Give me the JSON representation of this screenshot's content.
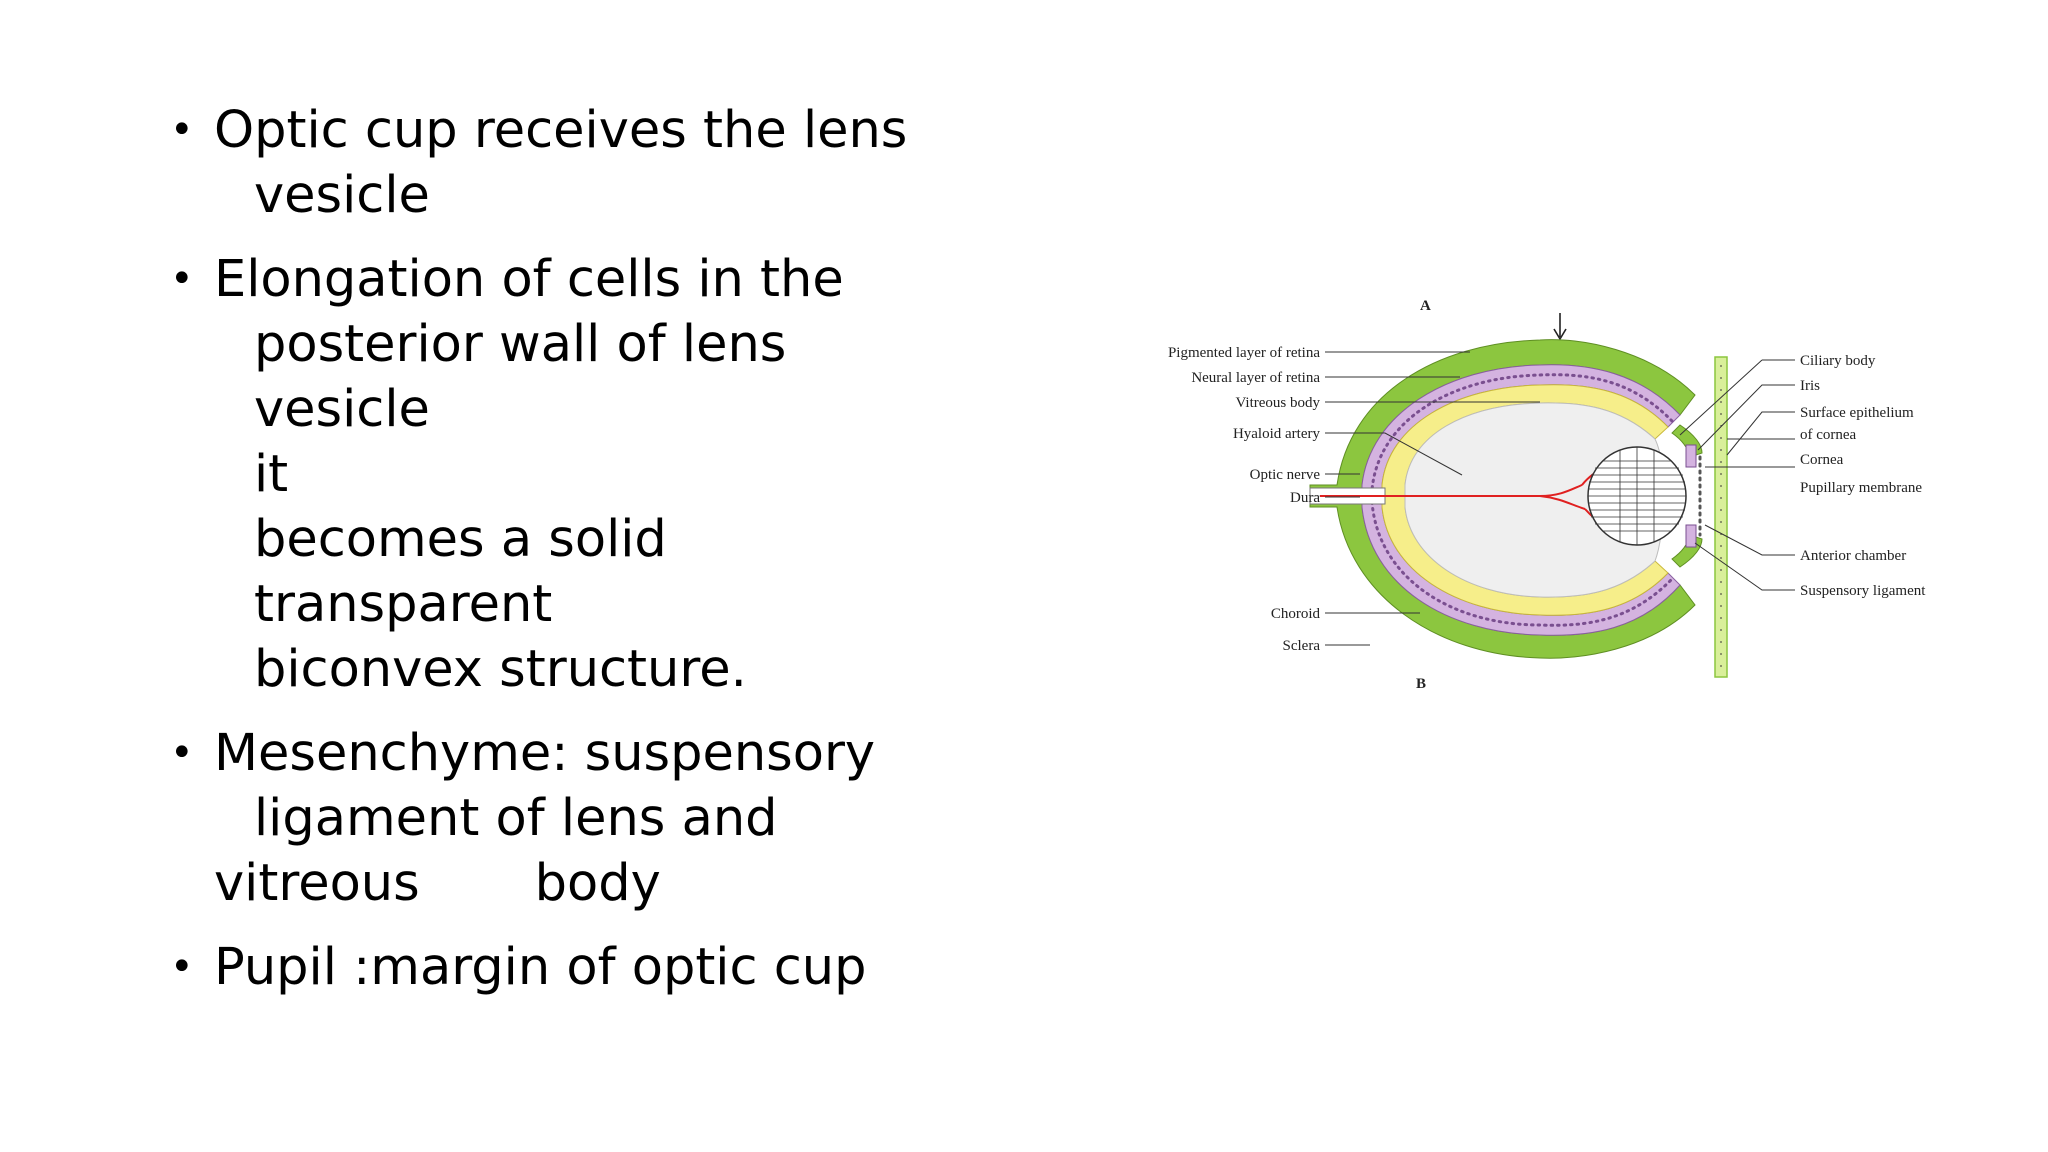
{
  "bullets": [
    {
      "first": "Optic cup receives the lens",
      "lines": [
        "vesicle"
      ]
    },
    {
      "first": "Elongation of cells in the",
      "lines": [
        "posterior wall of lens vesicle",
        "it",
        "becomes a solid transparent",
        "biconvex structure."
      ]
    },
    {
      "first": "Mesenchyme: suspensory",
      "lines": [
        "ligament of lens and"
      ],
      "flush_a": "vitreous",
      "flush_b": "body"
    },
    {
      "first": "Pupil :margin of optic cup",
      "lines": []
    }
  ],
  "diagram": {
    "label_a": "A",
    "label_b": "B",
    "left_labels": {
      "pigmented": "Pigmented layer of retina",
      "neural": "Neural layer of retina",
      "vitreous": "Vitreous body",
      "hyaloid": "Hyaloid artery",
      "optic": "Optic nerve",
      "dura": "Dura",
      "choroid": "Choroid",
      "sclera": "Sclera"
    },
    "right_labels": {
      "ciliary": "Ciliary body",
      "iris": "Iris",
      "surface1": "Surface epithelium",
      "surface2": "of cornea",
      "cornea": "Cornea",
      "pupillary": "Pupillary membrane",
      "anterior": "Anterior chamber",
      "suspensory": "Suspensory ligament"
    },
    "colors": {
      "sclera": "#8cc63f",
      "choroid": "#c9a3d6",
      "retina": "#f6ee8a",
      "vitreous": "#efefef",
      "artery": "#e02020"
    }
  }
}
